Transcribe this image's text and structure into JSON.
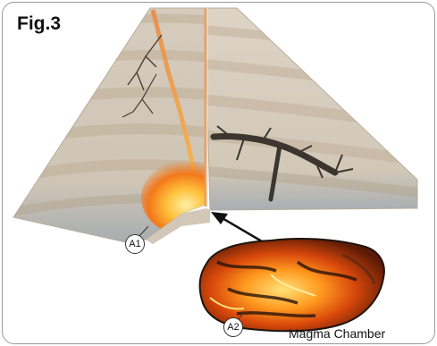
{
  "figure": {
    "label": "Fig.3",
    "callouts": {
      "a1": "A1",
      "a2": "A2"
    },
    "caption": "Magma Chamber"
  },
  "colors": {
    "frame_border": "#9a9a9a",
    "rock_light": "#d9d0c2",
    "rock_dark": "#a89a86",
    "rock_bottom": "#9ea3a6",
    "magma_bright": "#ffd35a",
    "magma_orange": "#f06a10",
    "magma_red": "#b52e06",
    "crust_dark": "#1d130c"
  },
  "icons": {
    "arrow": "arrow-up-left-icon"
  }
}
